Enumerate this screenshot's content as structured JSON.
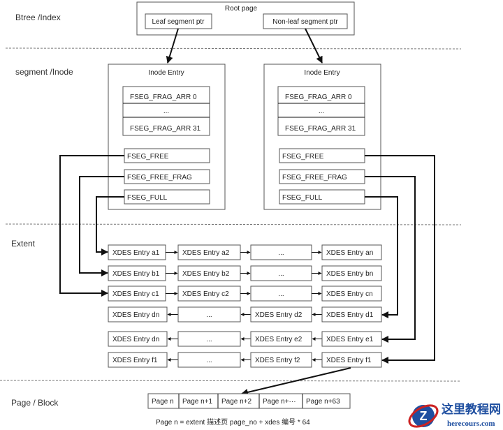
{
  "layers": {
    "btree": "Btree /Index",
    "segment": "segment /Inode",
    "extent": "Extent",
    "page": "Page / Block"
  },
  "root": {
    "title": "Root page",
    "leaf_ptr": "Leaf segment ptr",
    "nonleaf_ptr": "Non-leaf segment ptr"
  },
  "inode": {
    "title": "Inode Entry",
    "frag0": "FSEG_FRAG_ARR 0",
    "ellipsis": "...",
    "frag31": "FSEG_FRAG_ARR 31",
    "free": "FSEG_FREE",
    "free_frag": "FSEG_FREE_FRAG",
    "full": "FSEG_FULL"
  },
  "extent_rows": [
    [
      "XDES Entry a1",
      "XDES Entry  a2",
      "...",
      "XDES Entry an"
    ],
    [
      "XDES Entry b1",
      "XDES Entry  b2",
      "...",
      "XDES Entry bn"
    ],
    [
      "XDES Entry c1",
      "XDES Entry  c2",
      "...",
      "XDES Entry cn"
    ],
    [
      "XDES Entry dn",
      "...",
      "XDES Entry  d2",
      "XDES Entry d1"
    ],
    [
      "XDES Entry dn",
      "...",
      "XDES Entry  e2",
      "XDES Entry e1"
    ],
    [
      "XDES Entry f1",
      "...",
      "XDES Entry  f2",
      "XDES Entry f1"
    ]
  ],
  "pages": [
    "Page n",
    "Page n+1",
    "Page n+2",
    "Page n+···",
    "Page n+63"
  ],
  "formula": "Page n = extent 描述页 page_no + xdes 编号 * 64",
  "watermark": {
    "title": "这里教程网",
    "site": "herecours.com"
  }
}
